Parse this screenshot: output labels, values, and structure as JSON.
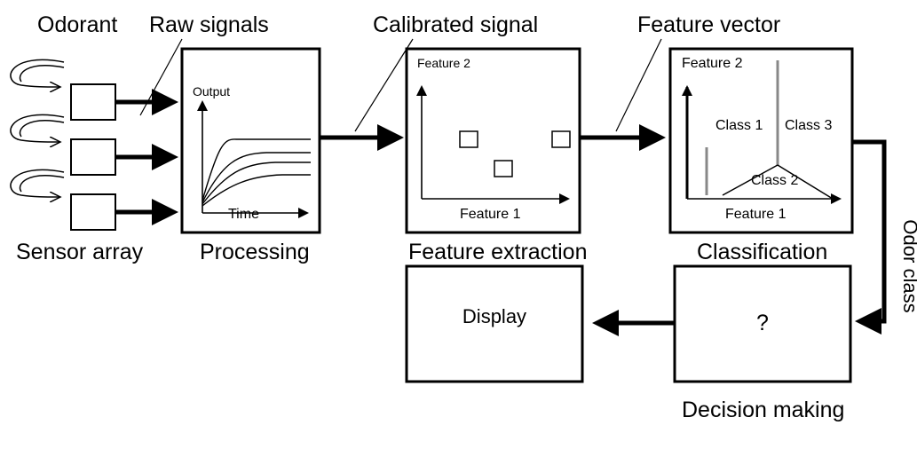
{
  "labels": {
    "odorant": "Odorant",
    "raw_signals": "Raw signals",
    "calibrated_signal": "Calibrated signal",
    "feature_vector": "Feature vector",
    "sensor_array": "Sensor array",
    "processing": "Processing",
    "feature_extraction": "Feature extraction",
    "classification": "Classification",
    "odor_class": "Odor class",
    "decision_making": "Decision making"
  },
  "processing_plot": {
    "y_label": "Output",
    "x_label": "Time"
  },
  "feature_plot": {
    "y_label": "Feature 2",
    "x_label": "Feature 1"
  },
  "classification_plot": {
    "y_label": "Feature 2",
    "x_label": "Feature 1",
    "class_1": "Class 1",
    "class_2": "Class 2",
    "class_3": "Class 3"
  },
  "display_box": "Display",
  "decision_box": "?"
}
